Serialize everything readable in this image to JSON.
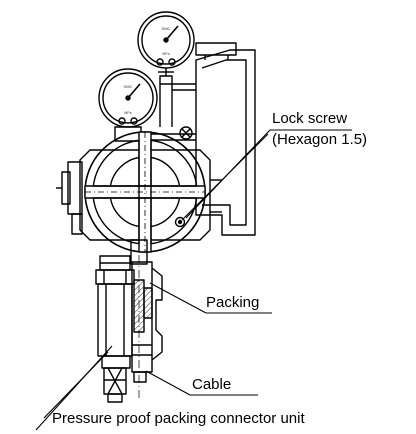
{
  "callouts": {
    "lock_screw_line1": "Lock screw",
    "lock_screw_line2": "(Hexagon 1.5)",
    "packing": "Packing",
    "cable": "Cable",
    "connector_unit": "Pressure proof packing connector unit"
  },
  "gauges": {
    "top_brand": "SMC",
    "top_unit": "MPa",
    "bottom_brand": "SMC",
    "bottom_unit": "MPa"
  },
  "colors": {
    "line": "#000000",
    "background": "#ffffff",
    "hatch": "#555555"
  }
}
